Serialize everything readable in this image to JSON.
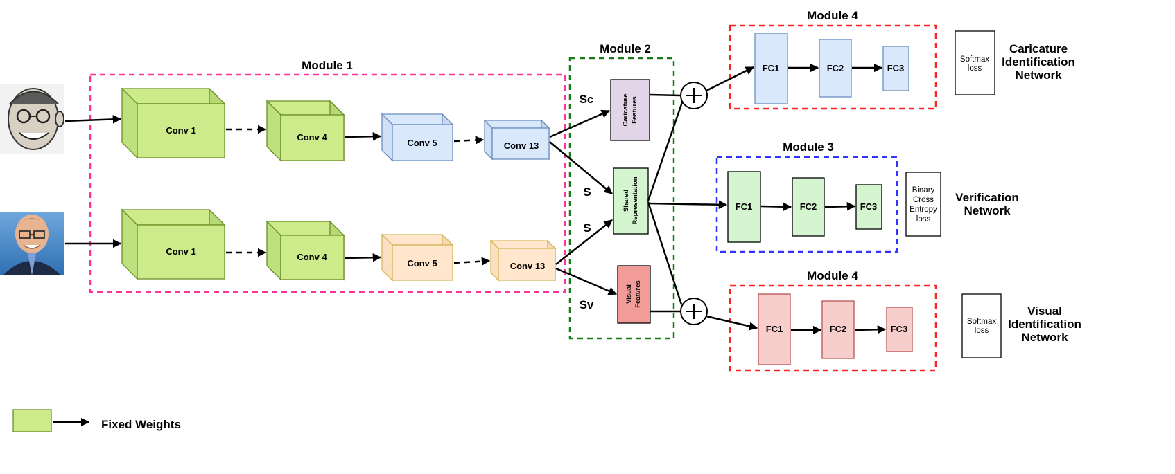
{
  "modules": {
    "m1": "Module 1",
    "m2": "Module 2",
    "m3": "Module 3",
    "m4_top": "Module 4",
    "m4_bottom": "Module 4"
  },
  "conv": {
    "top": [
      "Conv 1",
      "Conv 4",
      "Conv 5",
      "Conv 13"
    ],
    "bottom": [
      "Conv 1",
      "Conv 4",
      "Conv 5",
      "Conv 13"
    ]
  },
  "features": {
    "sc": "Sc",
    "s_top": "S",
    "s_bottom": "S",
    "sv": "Sv",
    "caricature": [
      "Caricature",
      "Features"
    ],
    "shared": [
      "Shared",
      "Representation"
    ],
    "visual": [
      "Visual",
      "Features"
    ]
  },
  "fc": {
    "caricature": [
      "FC1",
      "FC2",
      "FC3"
    ],
    "verification": [
      "FC1",
      "FC2",
      "FC3"
    ],
    "visual": [
      "FC1",
      "FC2",
      "FC3"
    ]
  },
  "loss": {
    "softmax_top": [
      "Softmax",
      "loss"
    ],
    "bce": [
      "Binary",
      "Cross",
      "Entropy",
      "loss"
    ],
    "softmax_bottom": [
      "Softmax",
      "loss"
    ]
  },
  "networks": {
    "caricature": [
      "Caricature",
      "Identification",
      "Network"
    ],
    "verification": [
      "Verification",
      "Network"
    ],
    "visual": [
      "Visual",
      "Identification",
      "Network"
    ]
  },
  "legend": {
    "fixed_weights": "Fixed Weights"
  },
  "colors": {
    "green_fill": "#cdeb8b",
    "green_stroke": "#6b8e23",
    "blue_fill": "#dae8fc",
    "blue_stroke": "#6c8ebf",
    "orange_fill": "#ffe6cc",
    "orange_stroke": "#d6b656",
    "purple_fill": "#e1d5e7",
    "lightgreen_fill": "#d5f5d0",
    "red_fill": "#f8cecc",
    "salmon_fill": "#f19c99",
    "module1_border": "#ff3399",
    "module2_border": "#1a7a1a",
    "module3_border": "#3333ff",
    "module4_border": "#ff2222"
  },
  "icons": [
    "caricature-face-image",
    "photo-face-image",
    "plus-icon",
    "arrow-icon"
  ]
}
